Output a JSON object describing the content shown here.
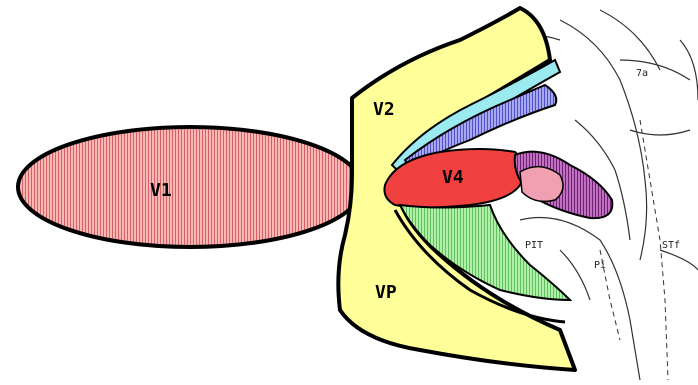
{
  "regions": {
    "v1": {
      "label": "V1",
      "color": "#f5a0a0"
    },
    "v2": {
      "label": "V2",
      "color": "#ffff99"
    },
    "v4": {
      "label": "V4",
      "color": "#f04040"
    },
    "vp": {
      "label": "VP",
      "color": "#ffff99"
    },
    "v3": {
      "color": "#9aeaf0"
    },
    "v3a": {
      "color": "#8080e8"
    },
    "pit": {
      "color": "#e880e8"
    },
    "tf": {
      "color": "#90ee90"
    }
  },
  "annotations": {
    "top_right_label": "7a",
    "mid_label": "PIT",
    "lower_label_1": "Pi",
    "lower_label_2": "STf"
  }
}
